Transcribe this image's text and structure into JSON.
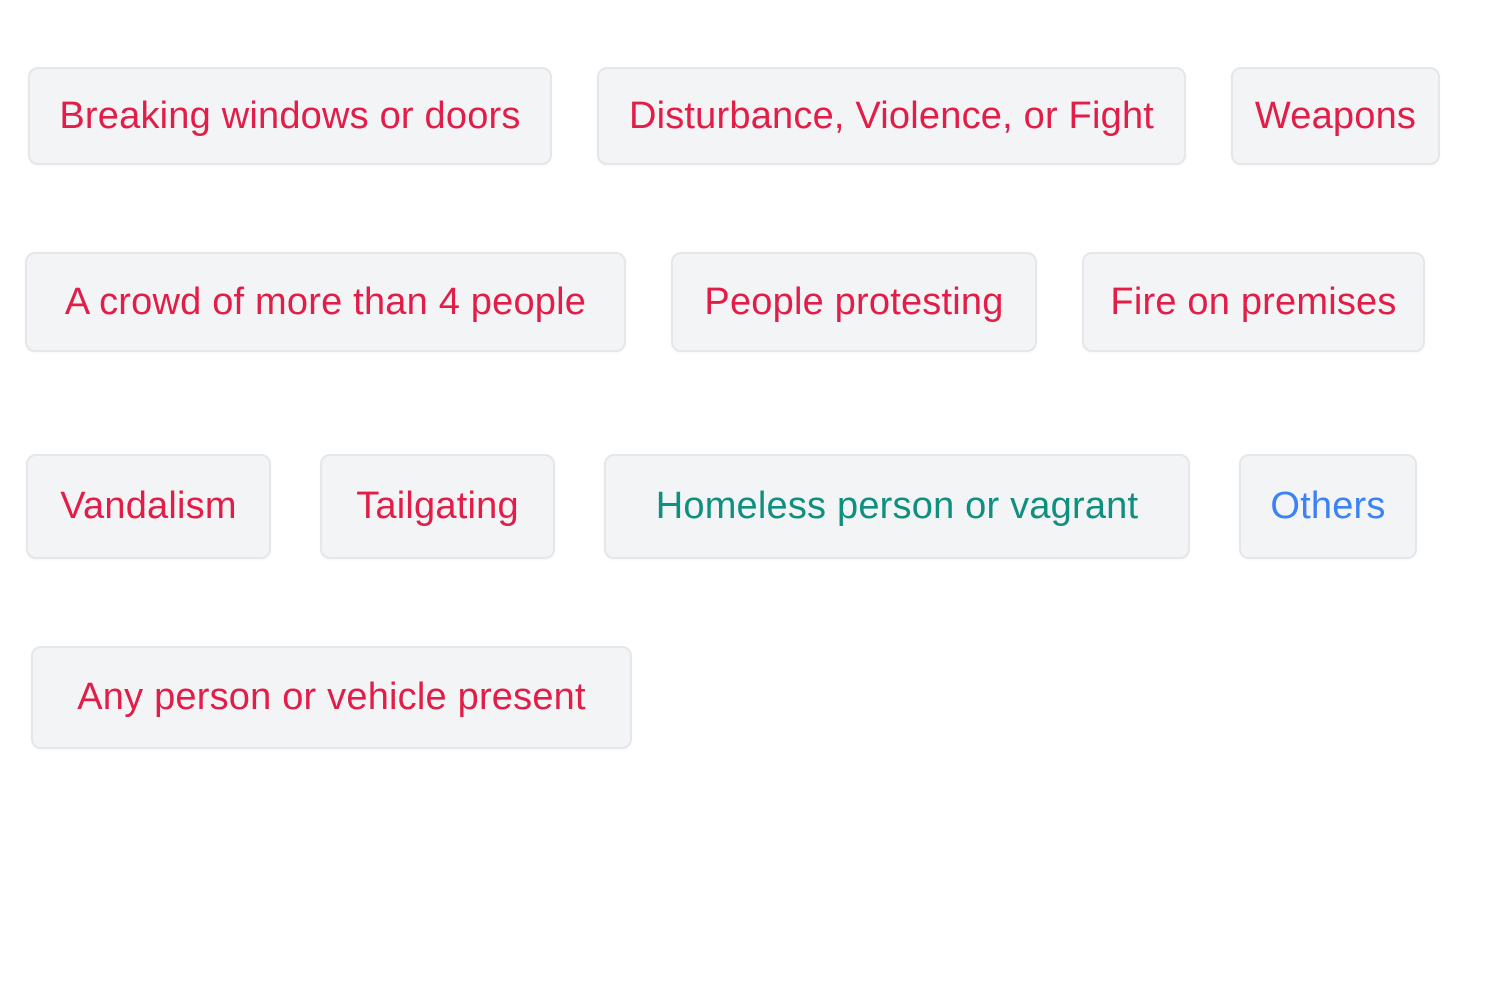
{
  "colors": {
    "alert_red": "#e11d48",
    "teal": "#0f8f7f",
    "blue": "#3b82f6",
    "chip_background": "#f3f4f6"
  },
  "chips": [
    {
      "label": "Breaking windows or doors",
      "tone": "red"
    },
    {
      "label": "Disturbance, Violence, or Fight",
      "tone": "red"
    },
    {
      "label": "Weapons",
      "tone": "red"
    },
    {
      "label": "A crowd of more than 4 people",
      "tone": "red"
    },
    {
      "label": "People protesting",
      "tone": "red"
    },
    {
      "label": "Fire on premises",
      "tone": "red"
    },
    {
      "label": "Vandalism",
      "tone": "red"
    },
    {
      "label": "Tailgating",
      "tone": "red"
    },
    {
      "label": "Homeless person or vagrant",
      "tone": "teal"
    },
    {
      "label": "Others",
      "tone": "blue"
    },
    {
      "label": "Any person or vehicle present",
      "tone": "red"
    }
  ]
}
